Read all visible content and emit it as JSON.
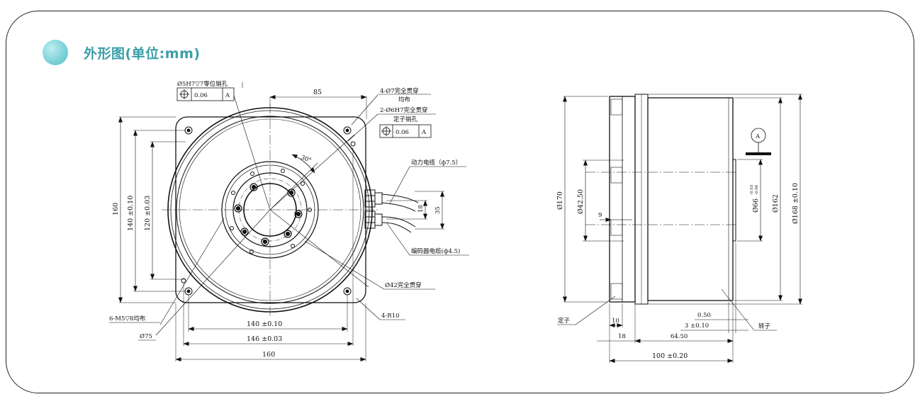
{
  "header": {
    "title": "外形图(单位:mm)"
  },
  "front_view": {
    "pin_hole_callout": "Ø5H7▽7零位销孔",
    "pin_hole_tol": "0.06",
    "pin_hole_datum": "A",
    "dim_top": "85",
    "holes_callout_1": "4-Ø7完全贯穿",
    "holes_callout_2": "均布",
    "pin2_callout_1": "2-Ø6H7完全贯穿",
    "pin2_callout_2": "定子销孔",
    "pin2_tol": "0.06",
    "pin2_datum": "A",
    "angle": "30°",
    "power_cable": "动力电缆（ф7.5）",
    "encoder_cable": "编码器电缆(ф4.5)",
    "dim_18": "18",
    "dim_35": "35",
    "dim_160_left": "160",
    "dim_140_left": "140 ±0.10",
    "dim_120_left": "120 ±0.03",
    "thread_callout": "6-M5▽8均布",
    "dia_75": "Ø75",
    "through_hole": "Ø42完全贯穿",
    "radius": "4-R10",
    "dim_140_bottom": "140 ±0.10",
    "dim_146_bottom": "146 ±0.03",
    "dim_160_bottom": "160"
  },
  "side_view": {
    "dia_170": "Ø170",
    "dia_42": "Ø42.50",
    "dim_9": "9",
    "datum_label": "A",
    "dia_66": "Ø66",
    "dia_66_tol_upper": "-0.03",
    "dia_66_tol_lower": "-0.06",
    "dia_162": "Ø162",
    "dia_168": "Ø168 ±0.10",
    "stator": "定子",
    "rotor": "转子",
    "dim_10": "10",
    "dim_18": "18",
    "dim_050": "0.50",
    "dim_3": "3 ±0.10",
    "dim_6450": "64.50",
    "dim_100": "100 ±0.20"
  }
}
